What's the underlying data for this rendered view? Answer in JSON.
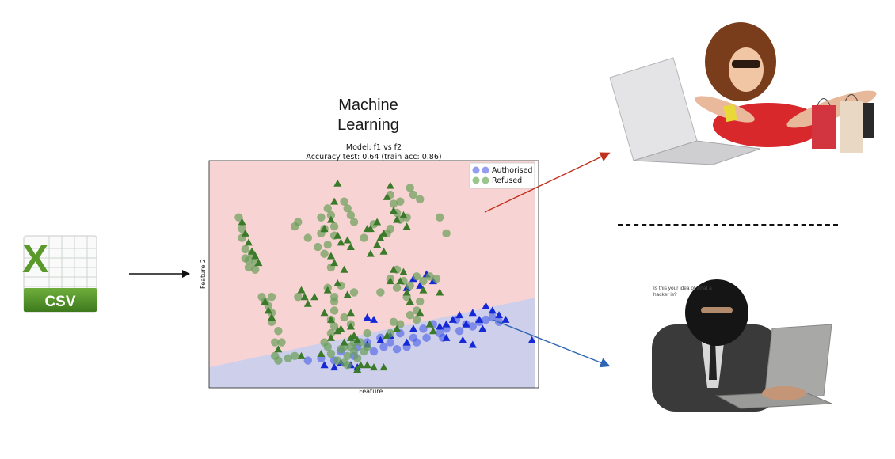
{
  "title": {
    "line1": "Machine",
    "line2": "Learning"
  },
  "csv_icon": {
    "label": "CSV",
    "letter": "X",
    "icon": "spreadsheet-csv-icon"
  },
  "hacker_caption": "Is this your idea of what a hacker is?",
  "colors": {
    "authorised_region": "#cdcfeb",
    "refused_region": "#f8d3d3",
    "authorised_marker": "#1428d8",
    "refused_marker": "#3b7a2a",
    "arrow_to_shopper": "#c0301c",
    "arrow_to_hacker": "#2d64b4"
  },
  "chart_data": {
    "type": "scatter",
    "title_line1": "Model: f1 vs f2",
    "title_line2": "Accuracy test: 0.64 (train acc: 0.86)",
    "xlabel": "Feature 1",
    "ylabel": "Feature 2",
    "xlim": [
      0,
      100
    ],
    "ylim": [
      0,
      100
    ],
    "legend": {
      "placement": "top-right",
      "entries": [
        "Authorised",
        "Refused"
      ]
    },
    "series": [
      {
        "name": "Authorised",
        "color": "#1428d8",
        "circles": [
          [
            38,
            12
          ],
          [
            40,
            16
          ],
          [
            45,
            18
          ],
          [
            48,
            20
          ],
          [
            52,
            22
          ],
          [
            55,
            20
          ],
          [
            58,
            24
          ],
          [
            62,
            22
          ],
          [
            65,
            26
          ],
          [
            68,
            28
          ],
          [
            72,
            26
          ],
          [
            75,
            30
          ],
          [
            78,
            28
          ],
          [
            80,
            27
          ],
          [
            84,
            30
          ],
          [
            86,
            31
          ],
          [
            60,
            18
          ],
          [
            63,
            20
          ],
          [
            70,
            24
          ],
          [
            76,
            25
          ],
          [
            82,
            29
          ],
          [
            88,
            29
          ],
          [
            50,
            16
          ],
          [
            57,
            17
          ],
          [
            71,
            22
          ],
          [
            30,
            12
          ],
          [
            34,
            13
          ],
          [
            44,
            14
          ],
          [
            53,
            18
          ],
          [
            66,
            22
          ]
        ],
        "triangles": [
          [
            35,
            10
          ],
          [
            38,
            9
          ],
          [
            40,
            11
          ],
          [
            43,
            10
          ],
          [
            45,
            9
          ],
          [
            48,
            19
          ],
          [
            52,
            21
          ],
          [
            55,
            23
          ],
          [
            60,
            20
          ],
          [
            62,
            26
          ],
          [
            70,
            27
          ],
          [
            72,
            22
          ],
          [
            74,
            30
          ],
          [
            76,
            32
          ],
          [
            78,
            28
          ],
          [
            80,
            33
          ],
          [
            82,
            30
          ],
          [
            84,
            36
          ],
          [
            86,
            34
          ],
          [
            88,
            32
          ],
          [
            90,
            30
          ],
          [
            98,
            21
          ],
          [
            62,
            48
          ],
          [
            64,
            45
          ],
          [
            66,
            50
          ],
          [
            60,
            44
          ],
          [
            68,
            47
          ],
          [
            72,
            28
          ],
          [
            77,
            21
          ],
          [
            80,
            19
          ],
          [
            83,
            26
          ],
          [
            48,
            31
          ],
          [
            50,
            30
          ]
        ]
      },
      {
        "name": "Refused",
        "color": "#3b7a2a",
        "circles": [
          [
            9,
            75
          ],
          [
            10,
            70
          ],
          [
            10,
            66
          ],
          [
            11,
            61
          ],
          [
            11,
            57
          ],
          [
            12,
            53
          ],
          [
            12,
            56
          ],
          [
            13,
            59
          ],
          [
            14,
            55
          ],
          [
            14,
            52
          ],
          [
            19,
            33
          ],
          [
            17,
            38
          ],
          [
            16,
            40
          ],
          [
            18,
            36
          ],
          [
            19,
            29
          ],
          [
            20,
            20
          ],
          [
            20,
            14
          ],
          [
            21,
            25
          ],
          [
            22,
            20
          ],
          [
            21,
            12
          ],
          [
            24,
            13
          ],
          [
            26,
            14
          ],
          [
            19,
            40
          ],
          [
            27,
            40
          ],
          [
            30,
            66
          ],
          [
            34,
            68
          ],
          [
            38,
            67
          ],
          [
            33,
            62
          ],
          [
            41,
            82
          ],
          [
            42,
            79
          ],
          [
            43,
            76
          ],
          [
            44,
            73
          ],
          [
            35,
            70
          ],
          [
            34,
            75
          ],
          [
            36,
            79
          ],
          [
            37,
            76
          ],
          [
            38,
            71
          ],
          [
            36,
            63
          ],
          [
            35,
            59
          ],
          [
            37,
            53
          ],
          [
            38,
            40
          ],
          [
            36,
            44
          ],
          [
            40,
            45
          ],
          [
            44,
            42
          ],
          [
            38,
            38
          ],
          [
            38,
            34
          ],
          [
            35,
            20
          ],
          [
            36,
            18
          ],
          [
            37,
            15
          ],
          [
            40,
            17
          ],
          [
            42,
            14
          ],
          [
            43,
            18
          ],
          [
            44,
            20
          ],
          [
            44,
            16
          ],
          [
            45,
            13
          ],
          [
            41,
            11
          ],
          [
            39,
            12
          ],
          [
            41,
            18
          ],
          [
            42,
            10
          ],
          [
            46,
            20
          ],
          [
            47,
            16
          ],
          [
            48,
            18
          ],
          [
            48,
            24
          ],
          [
            55,
            85
          ],
          [
            56,
            81
          ],
          [
            57,
            77
          ],
          [
            58,
            74
          ],
          [
            60,
            75
          ],
          [
            58,
            82
          ],
          [
            61,
            88
          ],
          [
            62,
            85
          ],
          [
            64,
            83
          ],
          [
            55,
            70
          ],
          [
            54,
            68
          ],
          [
            50,
            72
          ],
          [
            47,
            66
          ],
          [
            37,
            30
          ],
          [
            38,
            27
          ],
          [
            37,
            24
          ],
          [
            43,
            28
          ],
          [
            41,
            31
          ],
          [
            55,
            48
          ],
          [
            57,
            44
          ],
          [
            59,
            47
          ],
          [
            61,
            45
          ],
          [
            63,
            49
          ],
          [
            65,
            47
          ],
          [
            67,
            49
          ],
          [
            69,
            48
          ],
          [
            60,
            40
          ],
          [
            57,
            52
          ],
          [
            52,
            42
          ],
          [
            56,
            29
          ],
          [
            55,
            24
          ],
          [
            58,
            28
          ],
          [
            63,
            34
          ],
          [
            64,
            38
          ],
          [
            63,
            30
          ],
          [
            61,
            32
          ],
          [
            72,
            68
          ],
          [
            70,
            75
          ],
          [
            27,
            73
          ],
          [
            26,
            71
          ]
        ],
        "triangles": [
          [
            10,
            73
          ],
          [
            11,
            68
          ],
          [
            12,
            64
          ],
          [
            13,
            60
          ],
          [
            14,
            58
          ],
          [
            15,
            55
          ],
          [
            17,
            38
          ],
          [
            18,
            34
          ],
          [
            19,
            31
          ],
          [
            21,
            17
          ],
          [
            39,
            90
          ],
          [
            38,
            82
          ],
          [
            37,
            74
          ],
          [
            35,
            70
          ],
          [
            39,
            67
          ],
          [
            40,
            64
          ],
          [
            42,
            65
          ],
          [
            43,
            62
          ],
          [
            37,
            58
          ],
          [
            38,
            55
          ],
          [
            41,
            52
          ],
          [
            39,
            46
          ],
          [
            42,
            41
          ],
          [
            36,
            43
          ],
          [
            55,
            89
          ],
          [
            54,
            84
          ],
          [
            56,
            78
          ],
          [
            57,
            74
          ],
          [
            59,
            76
          ],
          [
            60,
            71
          ],
          [
            53,
            68
          ],
          [
            52,
            66
          ],
          [
            51,
            63
          ],
          [
            49,
            59
          ],
          [
            53,
            60
          ],
          [
            48,
            70
          ],
          [
            28,
            43
          ],
          [
            29,
            40
          ],
          [
            30,
            37
          ],
          [
            32,
            40
          ],
          [
            35,
            33
          ],
          [
            37,
            30
          ],
          [
            39,
            25
          ],
          [
            43,
            27
          ],
          [
            43,
            33
          ],
          [
            44,
            23
          ],
          [
            45,
            21
          ],
          [
            37,
            22
          ],
          [
            41,
            20
          ],
          [
            43,
            22
          ],
          [
            45,
            8
          ],
          [
            46,
            10
          ],
          [
            48,
            10
          ],
          [
            50,
            9
          ],
          [
            53,
            9
          ],
          [
            54,
            23
          ],
          [
            57,
            26
          ],
          [
            55,
            47
          ],
          [
            58,
            47
          ],
          [
            60,
            42
          ],
          [
            56,
            52
          ],
          [
            59,
            51
          ],
          [
            65,
            43
          ],
          [
            70,
            42
          ],
          [
            61,
            38
          ],
          [
            64,
            33
          ],
          [
            67,
            28
          ],
          [
            68,
            25
          ],
          [
            28,
            14
          ],
          [
            34,
            15
          ],
          [
            40,
            26
          ],
          [
            49,
            70
          ],
          [
            51,
            73
          ]
        ]
      }
    ]
  }
}
